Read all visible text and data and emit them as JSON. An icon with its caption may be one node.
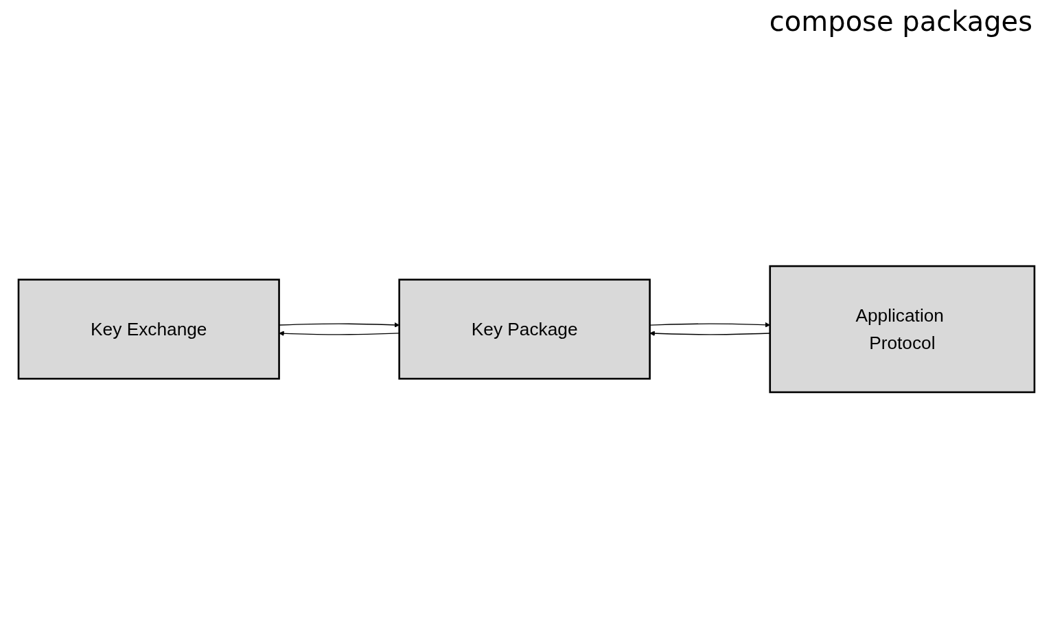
{
  "diagram": {
    "nodes": [
      {
        "text": [
          "Key Exchange"
        ]
      },
      {
        "text": [
          "Key Package"
        ]
      },
      {
        "text": [
          "Application Protocol"
        ]
      }
    ],
    "edges": [
      {
        "from": 0,
        "to": 1,
        "arrow": "to"
      },
      {
        "from": 1,
        "to": 0,
        "arrow": "to"
      },
      {
        "from": 2,
        "to": 1,
        "arrow": "to"
      },
      {
        "from": 1,
        "to": 2,
        "arrow": "to"
      }
    ],
    "labels": [
      "compose packages"
    ]
  }
}
